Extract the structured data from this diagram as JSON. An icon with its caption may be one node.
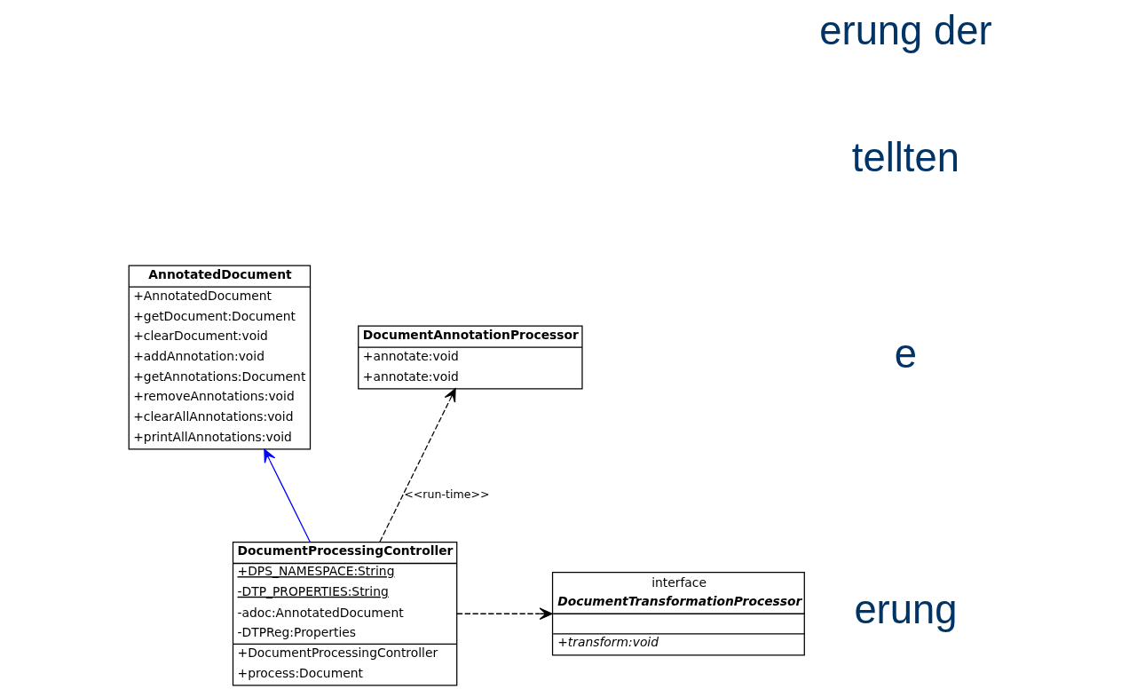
{
  "diagram": {
    "nodes": [
      {
        "text": [
          "AnnotatedDocument",
          "+AnnotatedDocument",
          "+getDocument:Document",
          "+clearDocument:void",
          "+addAnnotation:void",
          "+getAnnotations:Document",
          "+removeAnnotations:void",
          "+clearAllAnnotations:void",
          "+printAllAnnotations:void"
        ]
      },
      {
        "text": [
          "DocumentAnnotationProcessor",
          "+annotate:void",
          "+annotate:void"
        ]
      },
      {
        "text": [
          "interface",
          "DocumentTransformationProcessor",
          "+transform:void"
        ]
      },
      {
        "text": [
          "DocumentProcessingController",
          "+DPS_NAMESPACE:String",
          "-DTP_PROPERTIES:String",
          "-adoc:AnnotatedDocument",
          "-DTPReg:Properties",
          "+DocumentProcessingController",
          "+process:Document"
        ]
      }
    ],
    "edges": [
      {
        "from": 3,
        "to": 0,
        "arrow": "to",
        "color": "#0000ff"
      },
      {
        "from": 3,
        "to": 1,
        "arrow": "to",
        "style": "dashed",
        "label": "<<run-time>>"
      },
      {
        "from": 3,
        "to": 2,
        "arrow": "to",
        "style": "dashed"
      }
    ],
    "labels": [
      "erung der",
      "tellten",
      "e",
      "erung"
    ]
  }
}
